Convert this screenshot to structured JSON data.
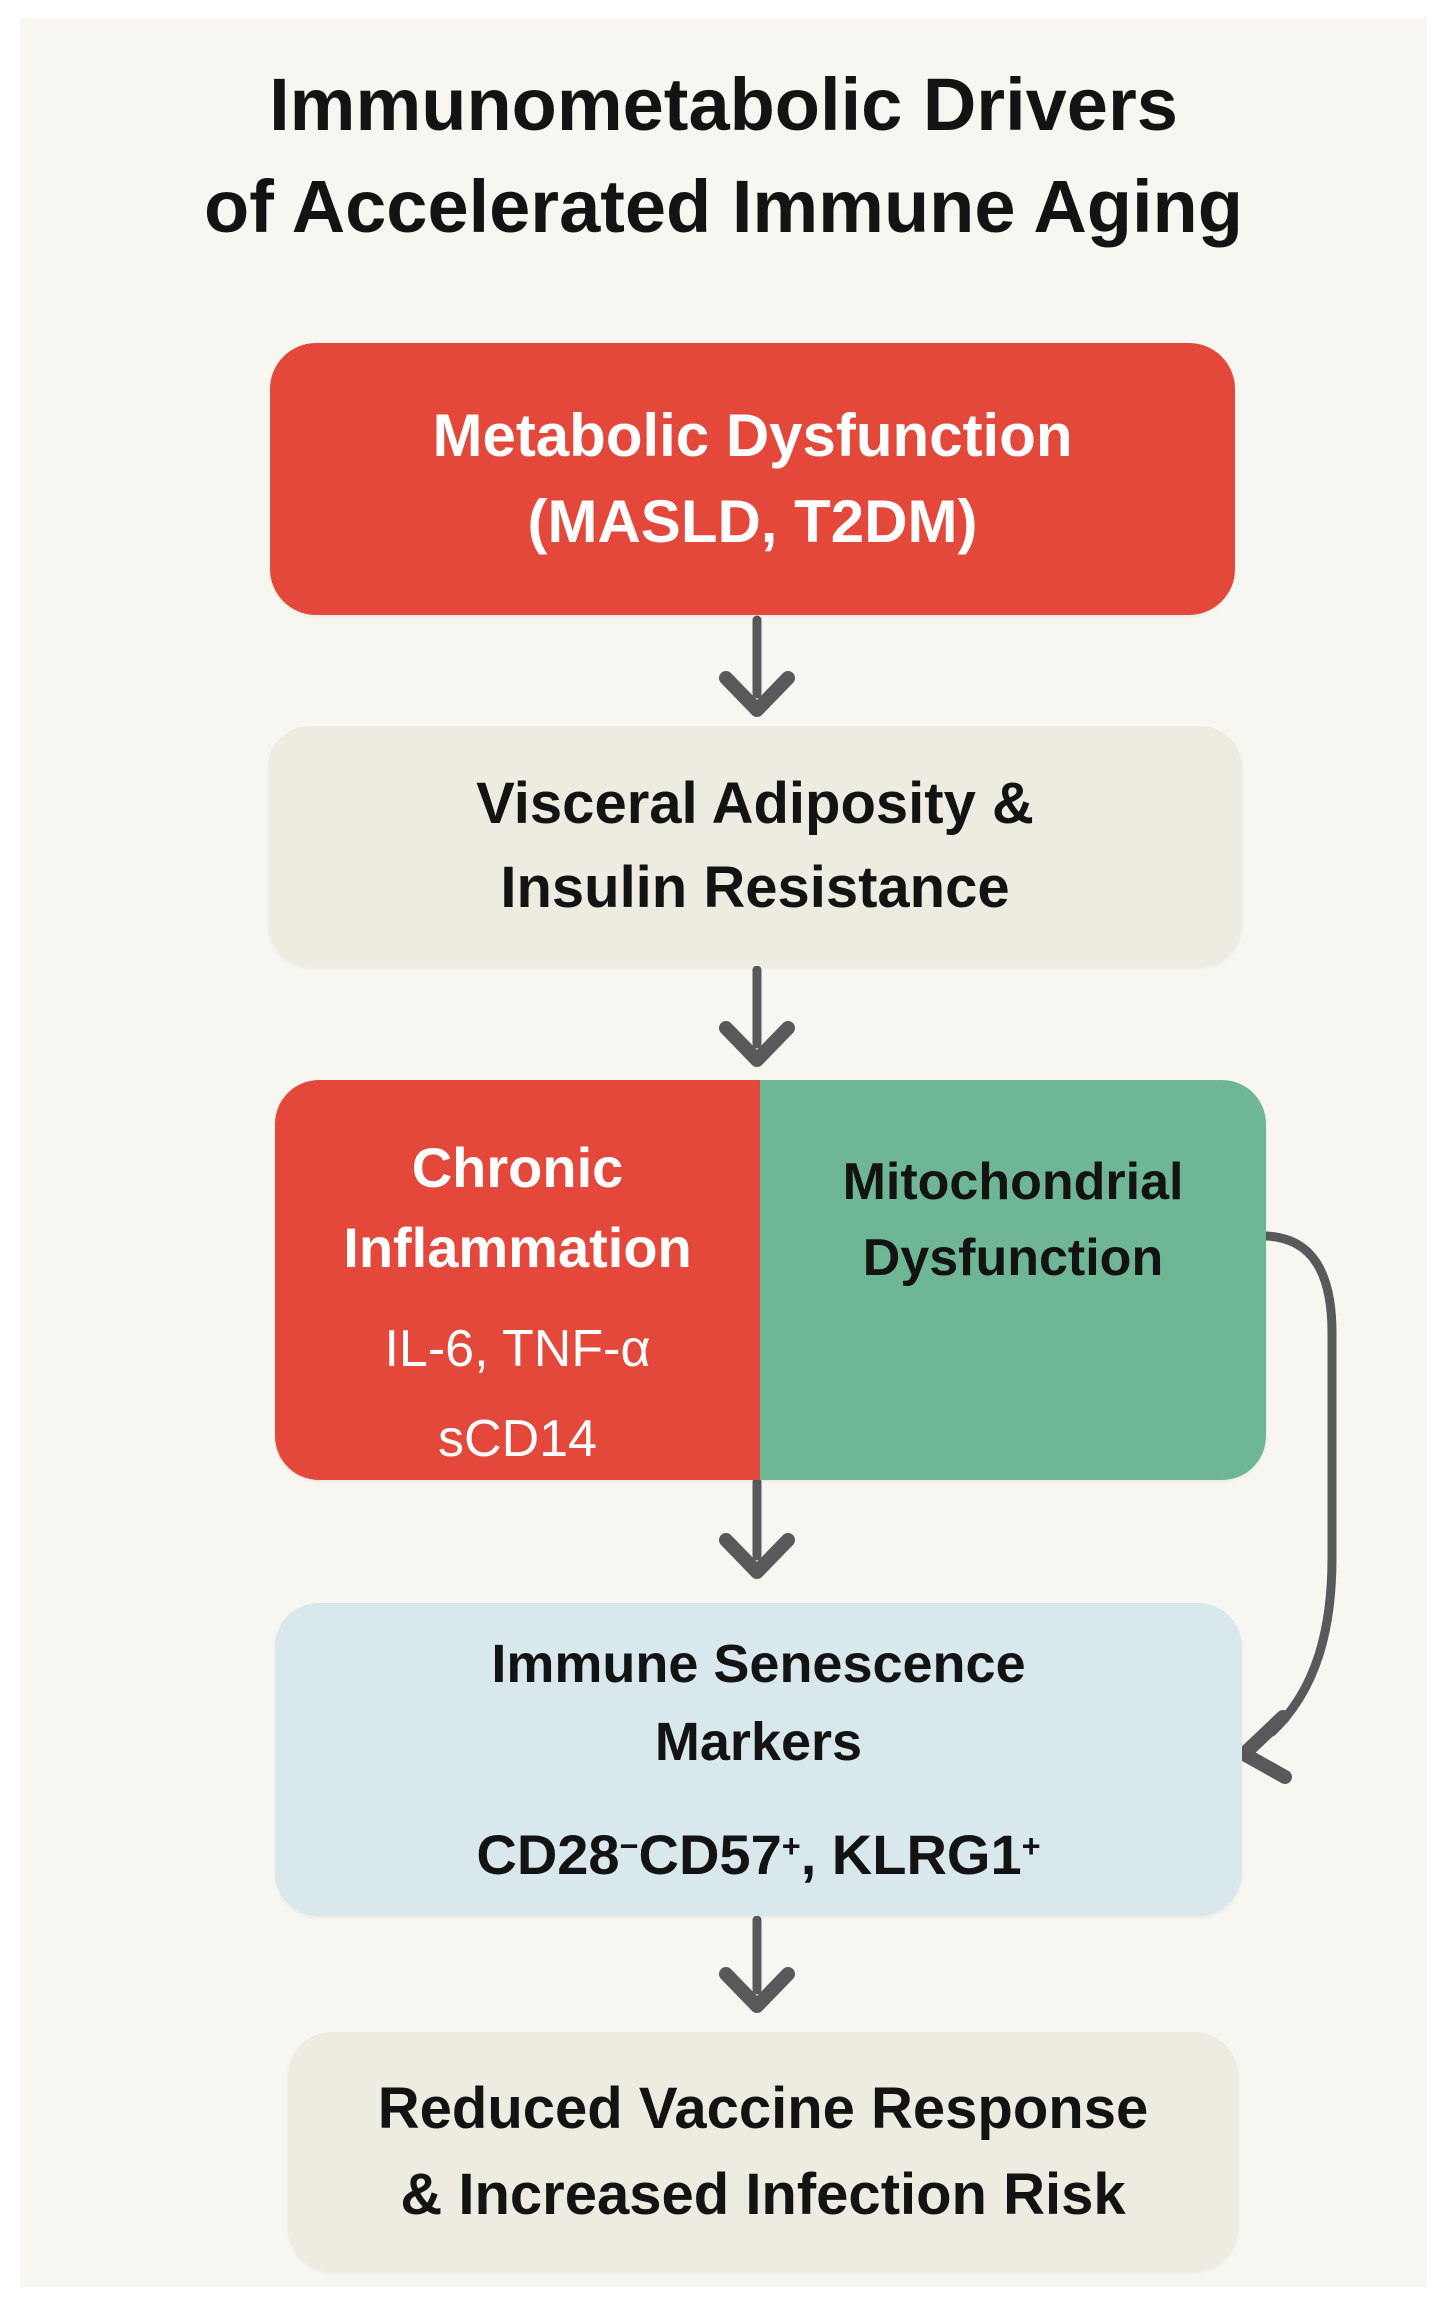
{
  "title": {
    "line1": "Immunometabolic Drivers",
    "line2": "of Accelerated Immune Aging"
  },
  "nodes": {
    "metabolic_dysfunction": {
      "line1": "Metabolic Dysfunction",
      "line2": "(MASLD, T2DM)"
    },
    "visceral_adiposity": {
      "line1": "Visceral Adiposity &",
      "line2": "Insulin Resistance"
    },
    "chronic_inflammation": {
      "line1": "Chronic",
      "line2": "Inflammation",
      "sub1": "IL-6, TNF-α",
      "sub2": "sCD14"
    },
    "mitochondrial_dysfunction": {
      "line1": "Mitochondrial",
      "line2": "Dysfunction"
    },
    "immune_senescence": {
      "line1": "Immune Senescence",
      "line2": "Markers",
      "markers": [
        "CD28",
        "−",
        "CD57",
        "+",
        ", KLRG1",
        "+"
      ]
    },
    "reduced_vaccine_response": {
      "line1": "Reduced Vaccine Response",
      "line2": "& Increased Infection Risk"
    }
  },
  "colors": {
    "page_border": "#ffffff",
    "background": "#f8f6f1",
    "red": "#e3483b",
    "green": "#6fb794",
    "beige": "#eeebe0",
    "light_blue": "#d8e8ec",
    "arrow": "#58595b",
    "text_dark": "#131313",
    "text_light": "#ffffff"
  }
}
